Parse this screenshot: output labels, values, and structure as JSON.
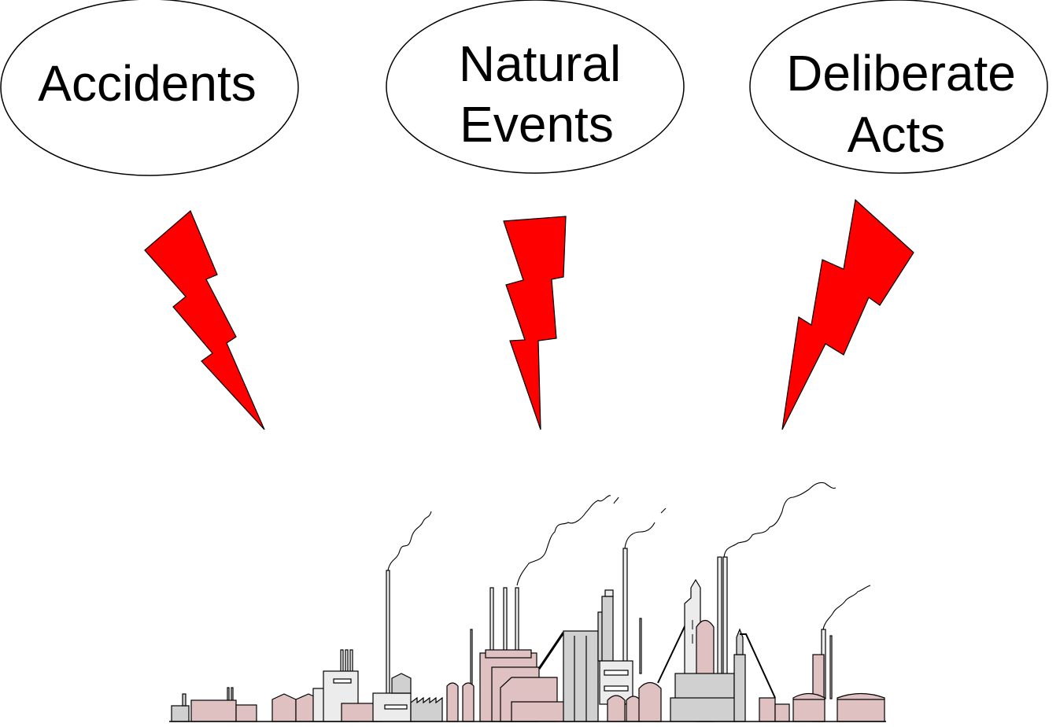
{
  "threats": [
    {
      "lines": [
        "Accidents"
      ]
    },
    {
      "lines": [
        "Natural",
        "Events"
      ]
    },
    {
      "lines": [
        "Deliberate",
        "Acts"
      ]
    }
  ],
  "colors": {
    "bolt": "#ff0000",
    "outline": "#000000",
    "pink_building": "#dfc1c1",
    "gray_building": "#d0d0d0",
    "light_building": "#ececec"
  },
  "icons": [
    "ellipse-bubble",
    "lightning-bolt-icon",
    "factory-skyline-icon"
  ]
}
